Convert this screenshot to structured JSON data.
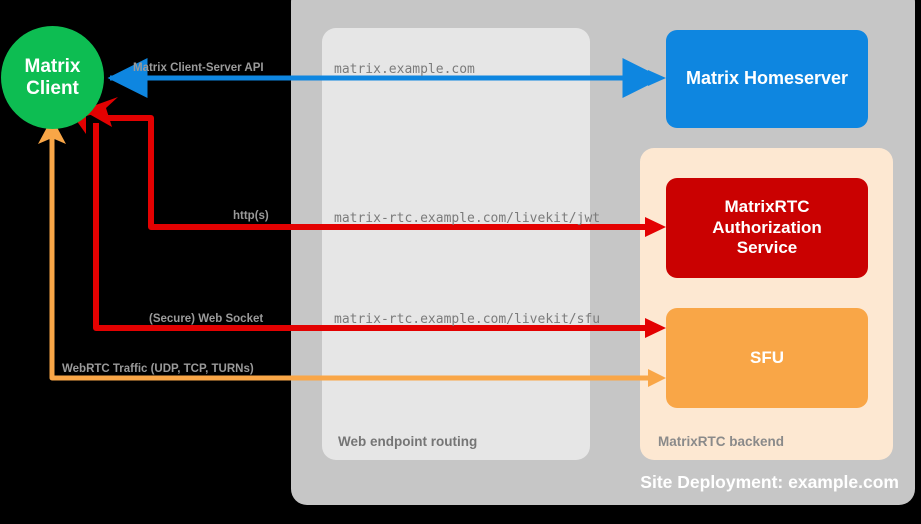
{
  "diagram": {
    "title": "Site Deployment: example.com",
    "background": "#000000"
  },
  "client": {
    "line1": "Matrix",
    "line2": "Client",
    "color": "#0dbd52"
  },
  "panels": {
    "site": {
      "label": "Site Deployment: example.com",
      "color": "#c6c6c6"
    },
    "routing": {
      "label": "Web endpoint routing",
      "color": "#e6e6e6"
    },
    "backend": {
      "label": "MatrixRTC backend",
      "color": "#fde8d2"
    }
  },
  "boxes": {
    "homeserver": {
      "label": "Matrix Homeserver",
      "color": "#0e86e0"
    },
    "auth": {
      "line1": "MatrixRTC",
      "line2": "Authorization",
      "line3": "Service",
      "color": "#ca0101"
    },
    "sfu": {
      "label": "SFU",
      "color": "#f9a647"
    }
  },
  "endpoints": {
    "cs": "matrix.example.com",
    "jwt": "matrix-rtc.example.com/livekit/jwt",
    "sfu": "matrix-rtc.example.com/livekit/sfu"
  },
  "protocols": {
    "cs_api": "Matrix Client-Server API",
    "https": "http(s)",
    "websocket": "(Secure) Web Socket",
    "webrtc": "WebRTC Traffic (UDP, TCP, TURNs)"
  },
  "colors": {
    "blue_arrow": "#0e86e0",
    "red_arrow": "#e30101",
    "orange_arrow": "#f9a647",
    "matrix_green": "#0dbd52",
    "panel_gray": "#c6c6c6",
    "panel_light": "#e6e6e6",
    "panel_peach": "#fde8d2"
  }
}
